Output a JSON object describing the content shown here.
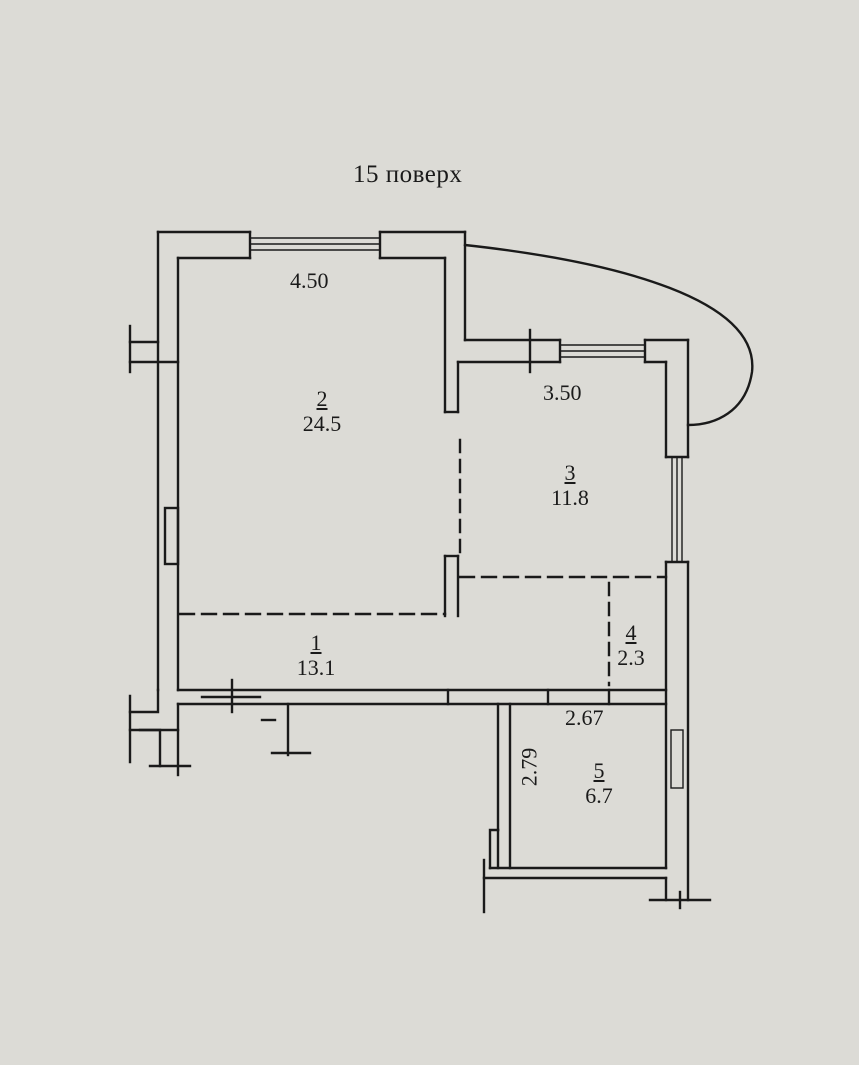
{
  "page": {
    "floor_title": "15 поверх"
  },
  "rooms": [
    {
      "number": "1",
      "area": "13.1"
    },
    {
      "number": "2",
      "area": "24.5"
    },
    {
      "number": "3",
      "area": "11.8"
    },
    {
      "number": "4",
      "area": "2.3"
    },
    {
      "number": "5",
      "area": "6.7"
    }
  ],
  "dimensions": {
    "room2_width": "4.50",
    "room3_width": "3.50",
    "room5_width": "2.67",
    "room5_length": "2.79"
  },
  "colors": {
    "paper": "#dcdbd6",
    "ink": "#1a1a1a"
  }
}
